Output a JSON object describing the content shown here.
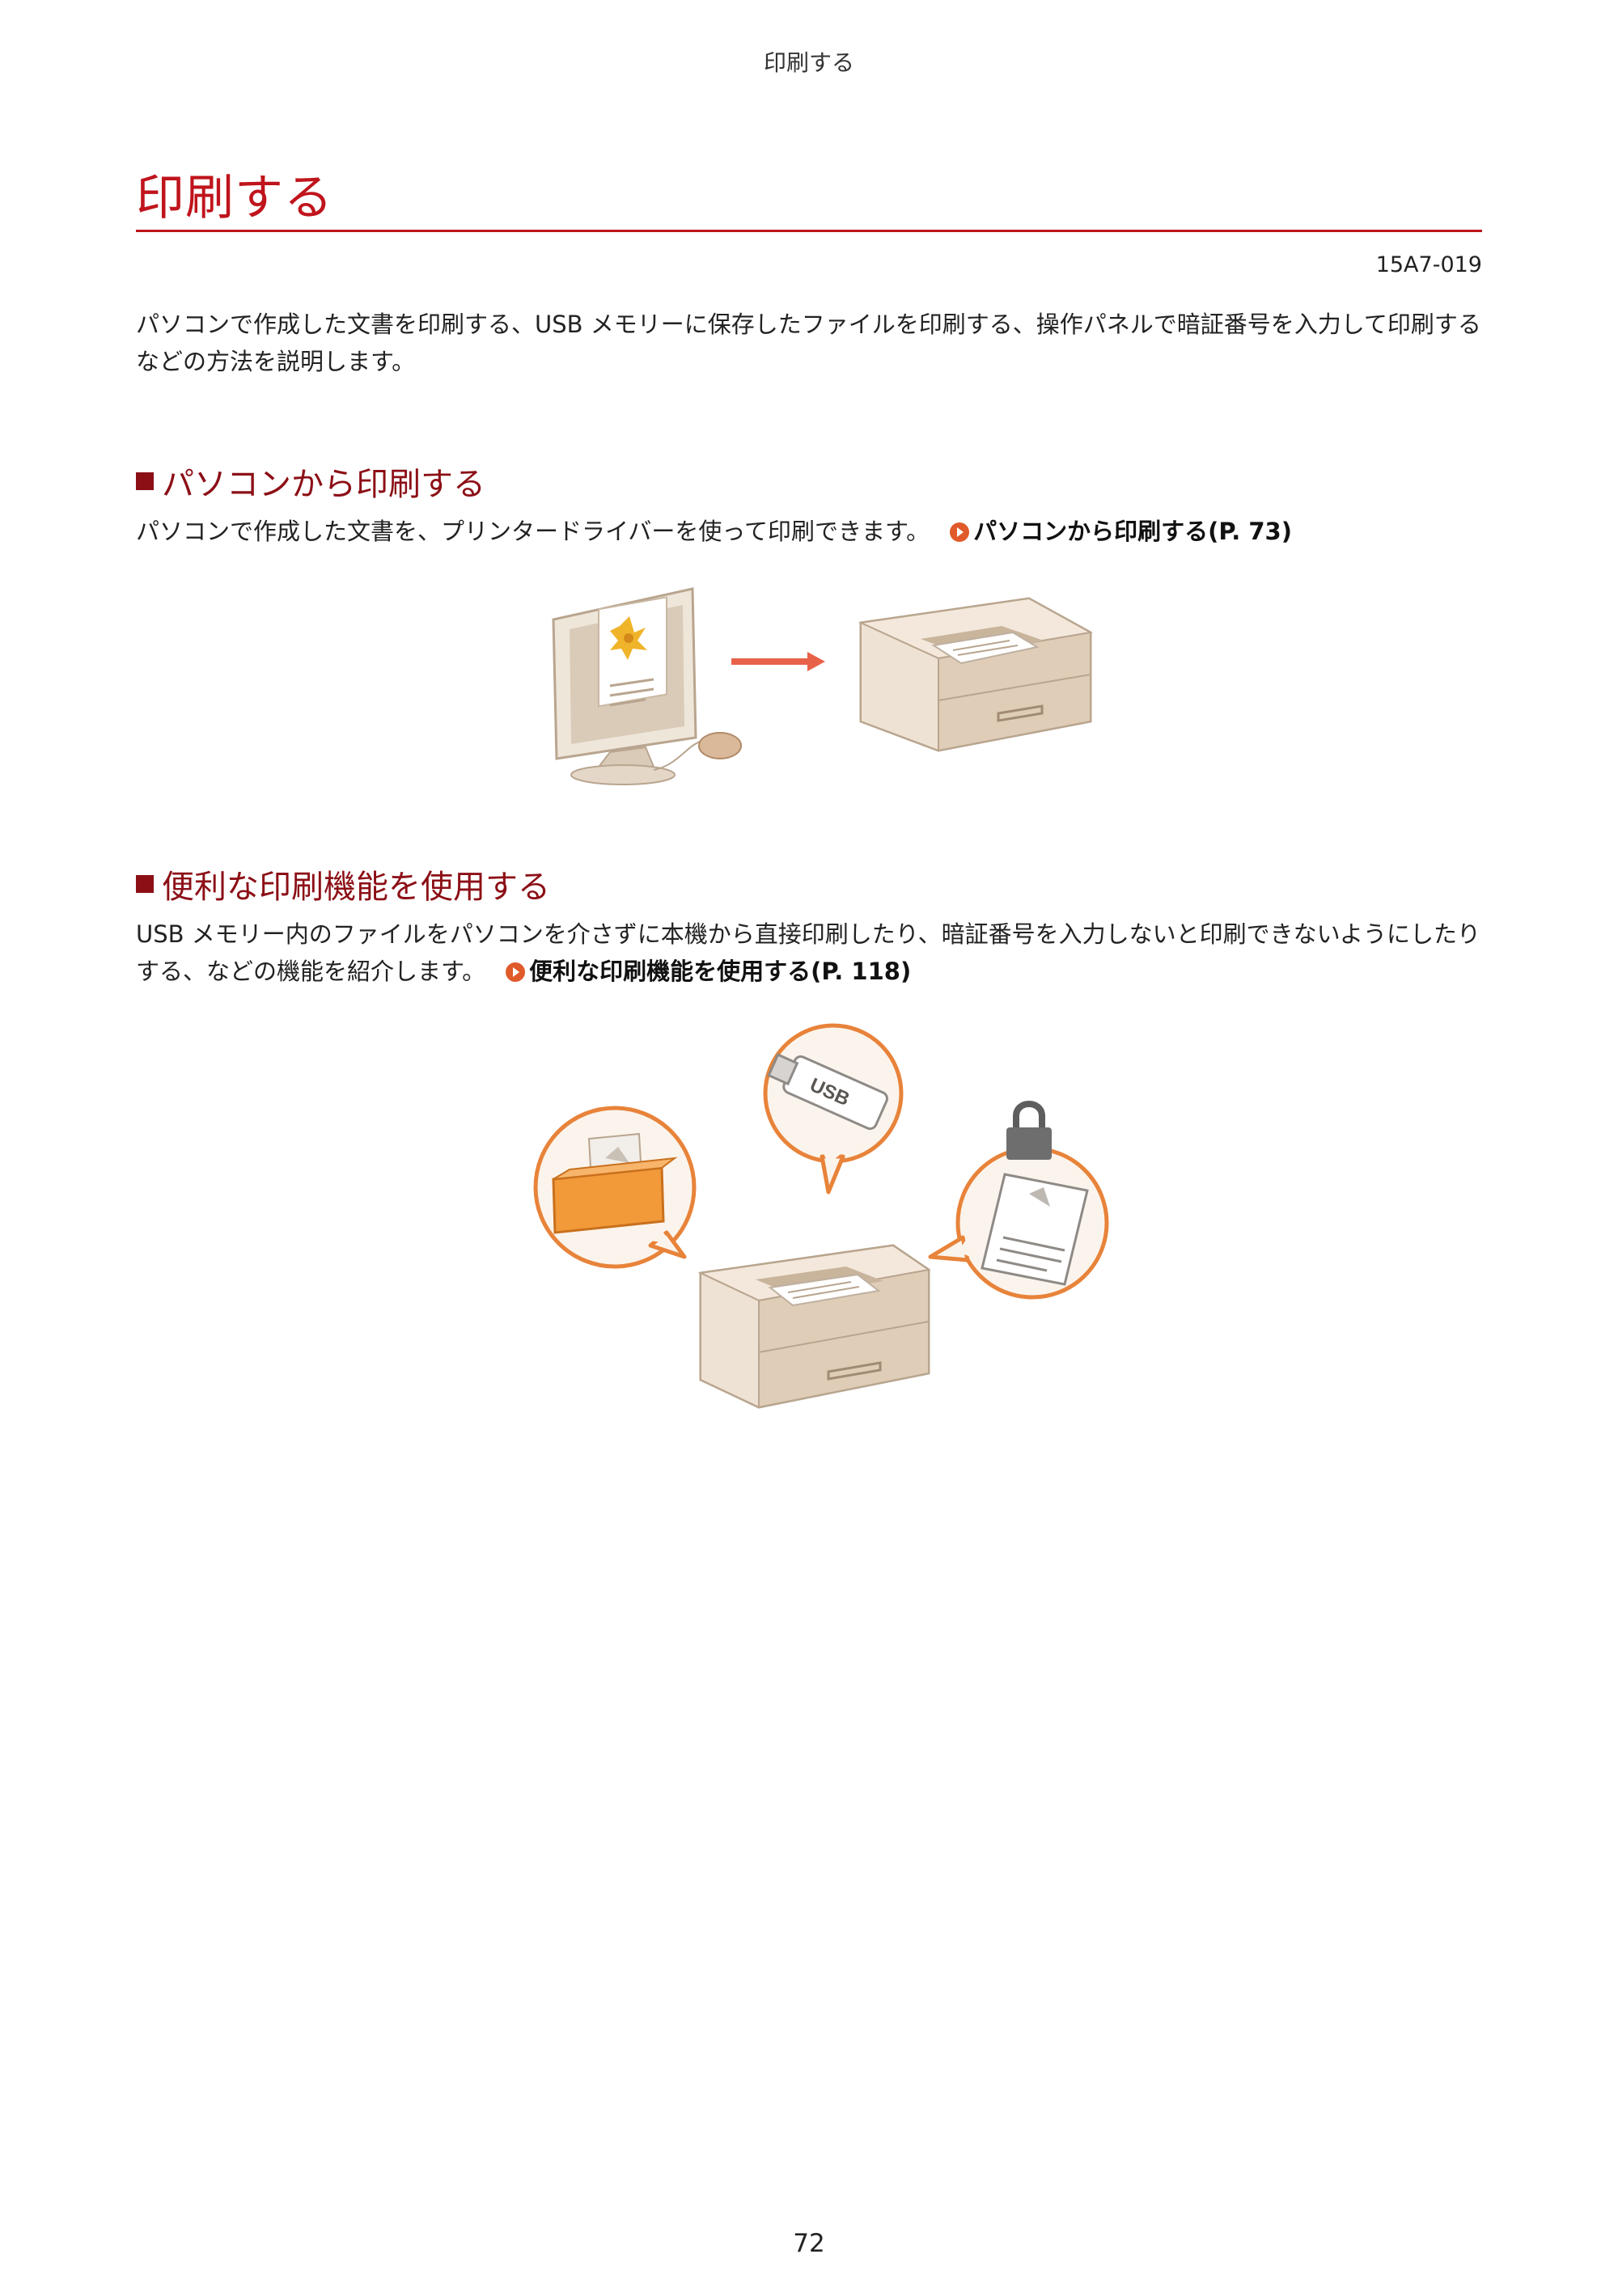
{
  "header": {
    "running_title": "印刷する"
  },
  "title": "印刷する",
  "doc_id": "15A7-019",
  "intro": "パソコンで作成した文書を印刷する、USB メモリーに保存したファイルを印刷する、操作パネルで暗証番号を入力して印刷するなどの方法を説明します。",
  "sections": [
    {
      "heading": "パソコンから印刷する",
      "body": "パソコンで作成した文書を、プリンタードライバーを使って印刷できます。",
      "link_label": "パソコンから印刷する(P. 73)"
    },
    {
      "heading": "便利な印刷機能を使用する",
      "body": "USB メモリー内のファイルをパソコンを介さずに本機から直接印刷したり、暗証番号を入力しないと印刷できないようにしたりする、などの機能を紹介します。",
      "link_label": "便利な印刷機能を使用する(P. 118)"
    }
  ],
  "illustrations": {
    "usb_label": "USB"
  },
  "colors": {
    "title_red": "#c0141c",
    "heading_red": "#8c0f16",
    "link_arrow": "#e05a2a",
    "bubble_orange": "#e8833a",
    "printer_beige": "#e8d8c6"
  },
  "footer": {
    "page_number": "72"
  }
}
